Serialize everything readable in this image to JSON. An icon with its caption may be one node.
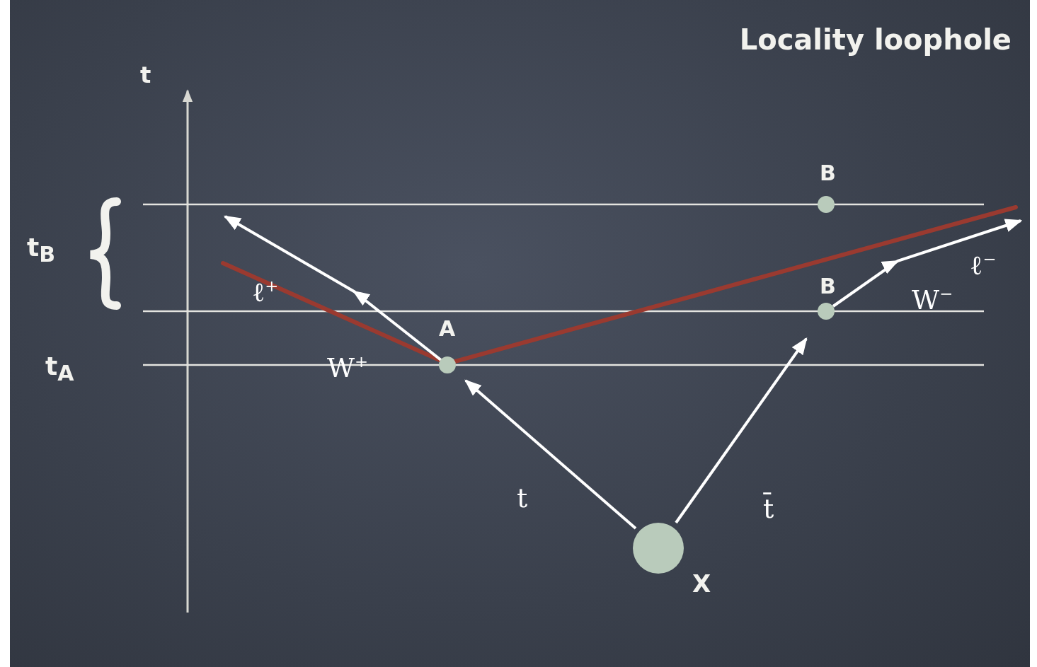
{
  "diagram": {
    "title": "Locality loophole",
    "nodes": [
      {
        "text": [],
        "shape": "circle",
        "beside": [
          "B"
        ]
      },
      {
        "text": [],
        "shape": "circle",
        "beside": [
          "B"
        ]
      },
      {
        "text": [],
        "shape": "circle",
        "beside": [
          "A"
        ]
      },
      {
        "text": [],
        "shape": "circle",
        "beside": [
          "X"
        ]
      }
    ],
    "edges": [
      {
        "from": 3,
        "to": 2,
        "arrow": "to",
        "label": "t"
      },
      {
        "from": 3,
        "to": 1,
        "arrow": "to",
        "label": "t̄"
      },
      {
        "from": 2,
        "to": null,
        "arrow": "to",
        "label": "W$^{+}$"
      },
      {
        "from": 1,
        "to": null,
        "arrow": "to",
        "label": "W$^{−}$"
      }
    ],
    "labels": [
      "t",
      "t$_{B}$",
      "t$_{A}$",
      "ℓ$^{+}$",
      "ℓ$^{−}$"
    ]
  }
}
